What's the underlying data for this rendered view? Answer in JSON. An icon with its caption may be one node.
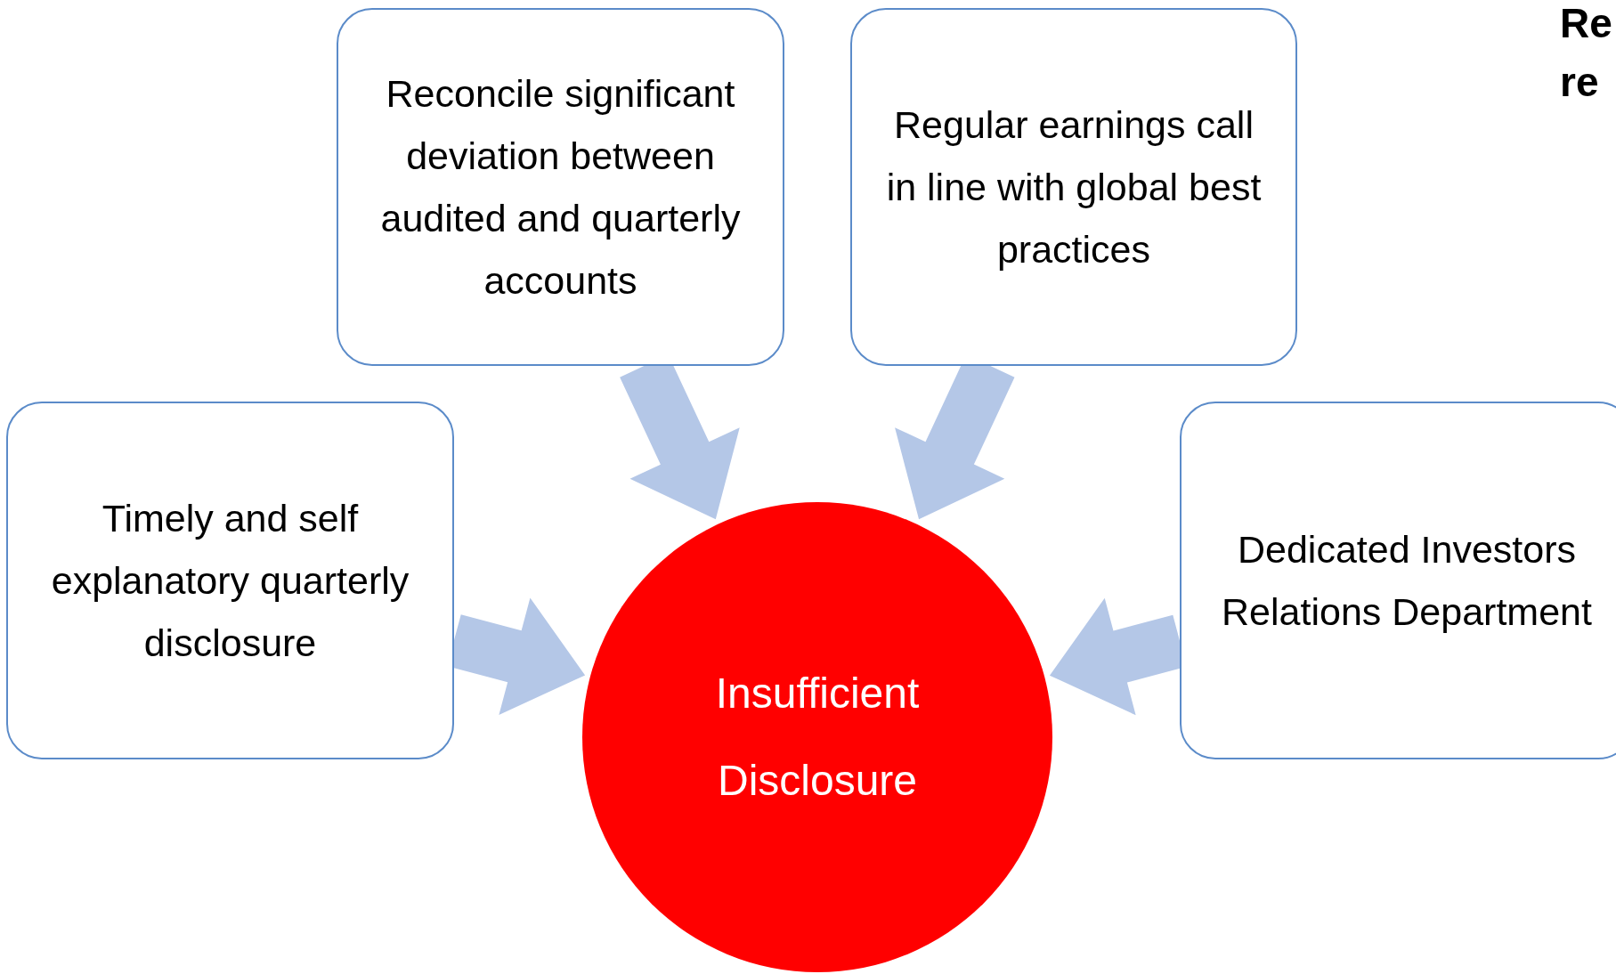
{
  "diagram": {
    "nodes": [
      {
        "text": [
          "Reconcile significant deviation between audited and quarterly accounts"
        ]
      },
      {
        "text": [
          "Regular earnings call in line with global best practices"
        ]
      },
      {
        "text": [
          "Timely and self explanatory quarterly disclosure"
        ]
      },
      {
        "text": [
          "Dedicated Investors Relations Department"
        ]
      },
      {
        "text": [
          "Insufficient Disclosure"
        ]
      }
    ],
    "edges": [
      {
        "from": 0,
        "to": 4,
        "arrow": "to"
      },
      {
        "from": 1,
        "to": 4,
        "arrow": "to"
      },
      {
        "from": 2,
        "to": 4,
        "arrow": "to"
      },
      {
        "from": 3,
        "to": 4,
        "arrow": "to"
      }
    ],
    "labels": [
      "Re",
      "re"
    ]
  }
}
